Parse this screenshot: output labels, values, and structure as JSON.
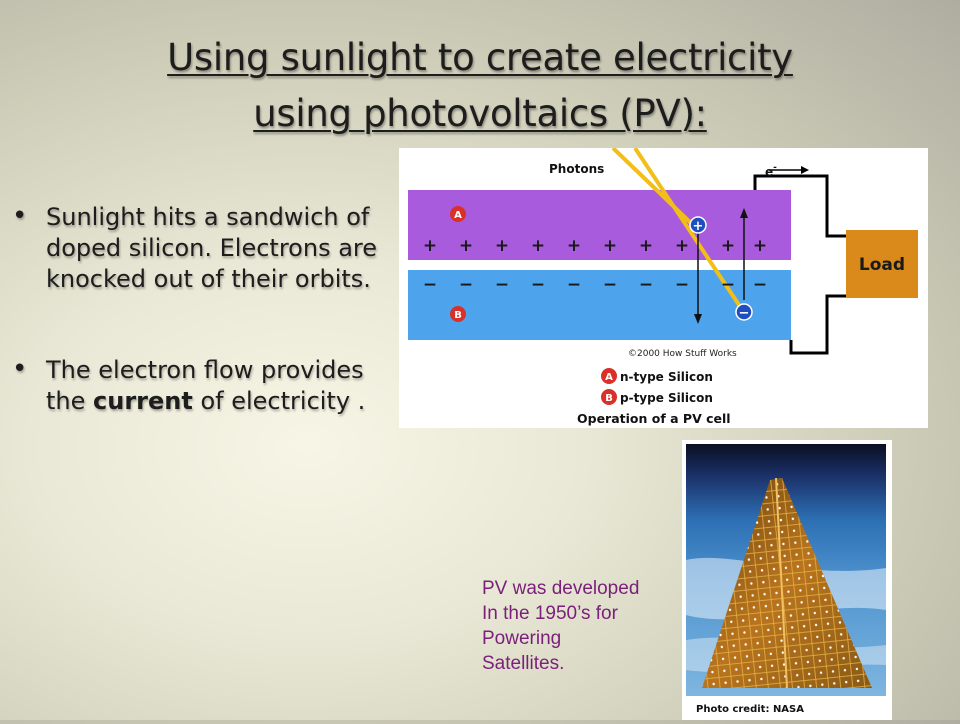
{
  "slide": {
    "title_line1": "Using sunlight to create electricity",
    "title_line2": "using photovoltaics (PV):",
    "bullets": [
      {
        "text": "Sunlight hits a sandwich of doped silicon.  Electrons are knocked out of their orbits."
      },
      {
        "text_before": "The electron flow provides the ",
        "text_bold": "current",
        "text_after": " of electricity  ."
      }
    ],
    "bullet_glyph": "•",
    "note_lines": [
      "PV was developed",
      "In the 1950’s for",
      "Powering",
      "Satellites."
    ],
    "note_color": "#7a1f7a"
  },
  "diagram": {
    "photons_label": "Photons",
    "electron_label": "e",
    "electron_sup": "-",
    "load_label": "Load",
    "region_a_marker": "A",
    "region_b_marker": "B",
    "plus_glyph": "+",
    "minus_glyph": "−",
    "copyright": "©2000 How Stuff Works",
    "legend_a": "n-type Silicon",
    "legend_b": "p-type Silicon",
    "caption": "Operation of a PV cell",
    "colors": {
      "n_layer": "#a85bdc",
      "p_layer": "#4ea4ec",
      "load_box": "#d98a1b",
      "photon_ray": "#f2be18",
      "marker": "#d9312a"
    }
  },
  "photo": {
    "credit": "Photo credit: NASA"
  }
}
